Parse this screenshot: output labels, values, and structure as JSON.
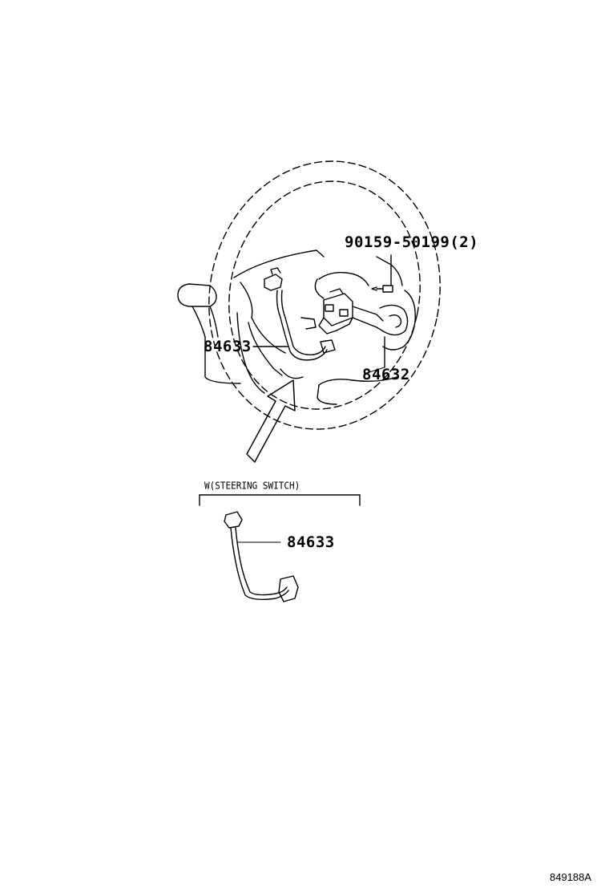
{
  "diagram": {
    "callouts": {
      "screw": "90159-50199(2)",
      "harness_main": "84633",
      "switch_assy": "84632",
      "harness_detail": "84633"
    },
    "detail_view": {
      "label": "W(STEERING SWITCH)"
    },
    "illustration_code": "849188A"
  },
  "colors": {
    "line": "#000000",
    "background": "#ffffff"
  }
}
